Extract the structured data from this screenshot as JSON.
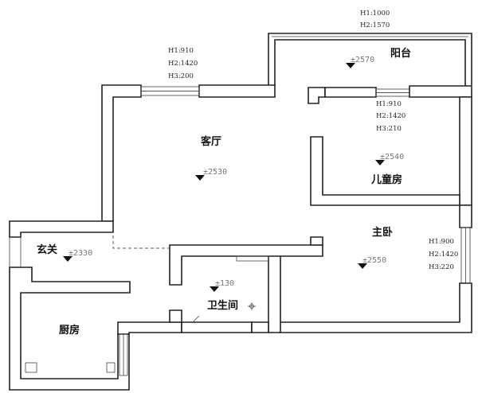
{
  "rooms": {
    "living": "客厅",
    "balcony": "阳台",
    "kids_room": "儿童房",
    "master_bedroom": "主卧",
    "entrance": "玄关",
    "bathroom": "卫生间",
    "kitchen": "厨房"
  },
  "elevations": {
    "living": "±2530",
    "balcony": "±2570",
    "kids_room": "±2540",
    "master_bedroom": "±2550",
    "entrance": "±2330",
    "bathroom": "±130"
  },
  "window_notes": {
    "balcony": [
      "H1:1000",
      "H2:1570"
    ],
    "living": [
      "H1:910",
      "H2:1420",
      "H3:200"
    ],
    "kids_room": [
      "H1:910",
      "H2:1420",
      "H3:210"
    ],
    "master_bedroom": [
      "H1:900",
      "H2:1420",
      "H3:220"
    ]
  }
}
